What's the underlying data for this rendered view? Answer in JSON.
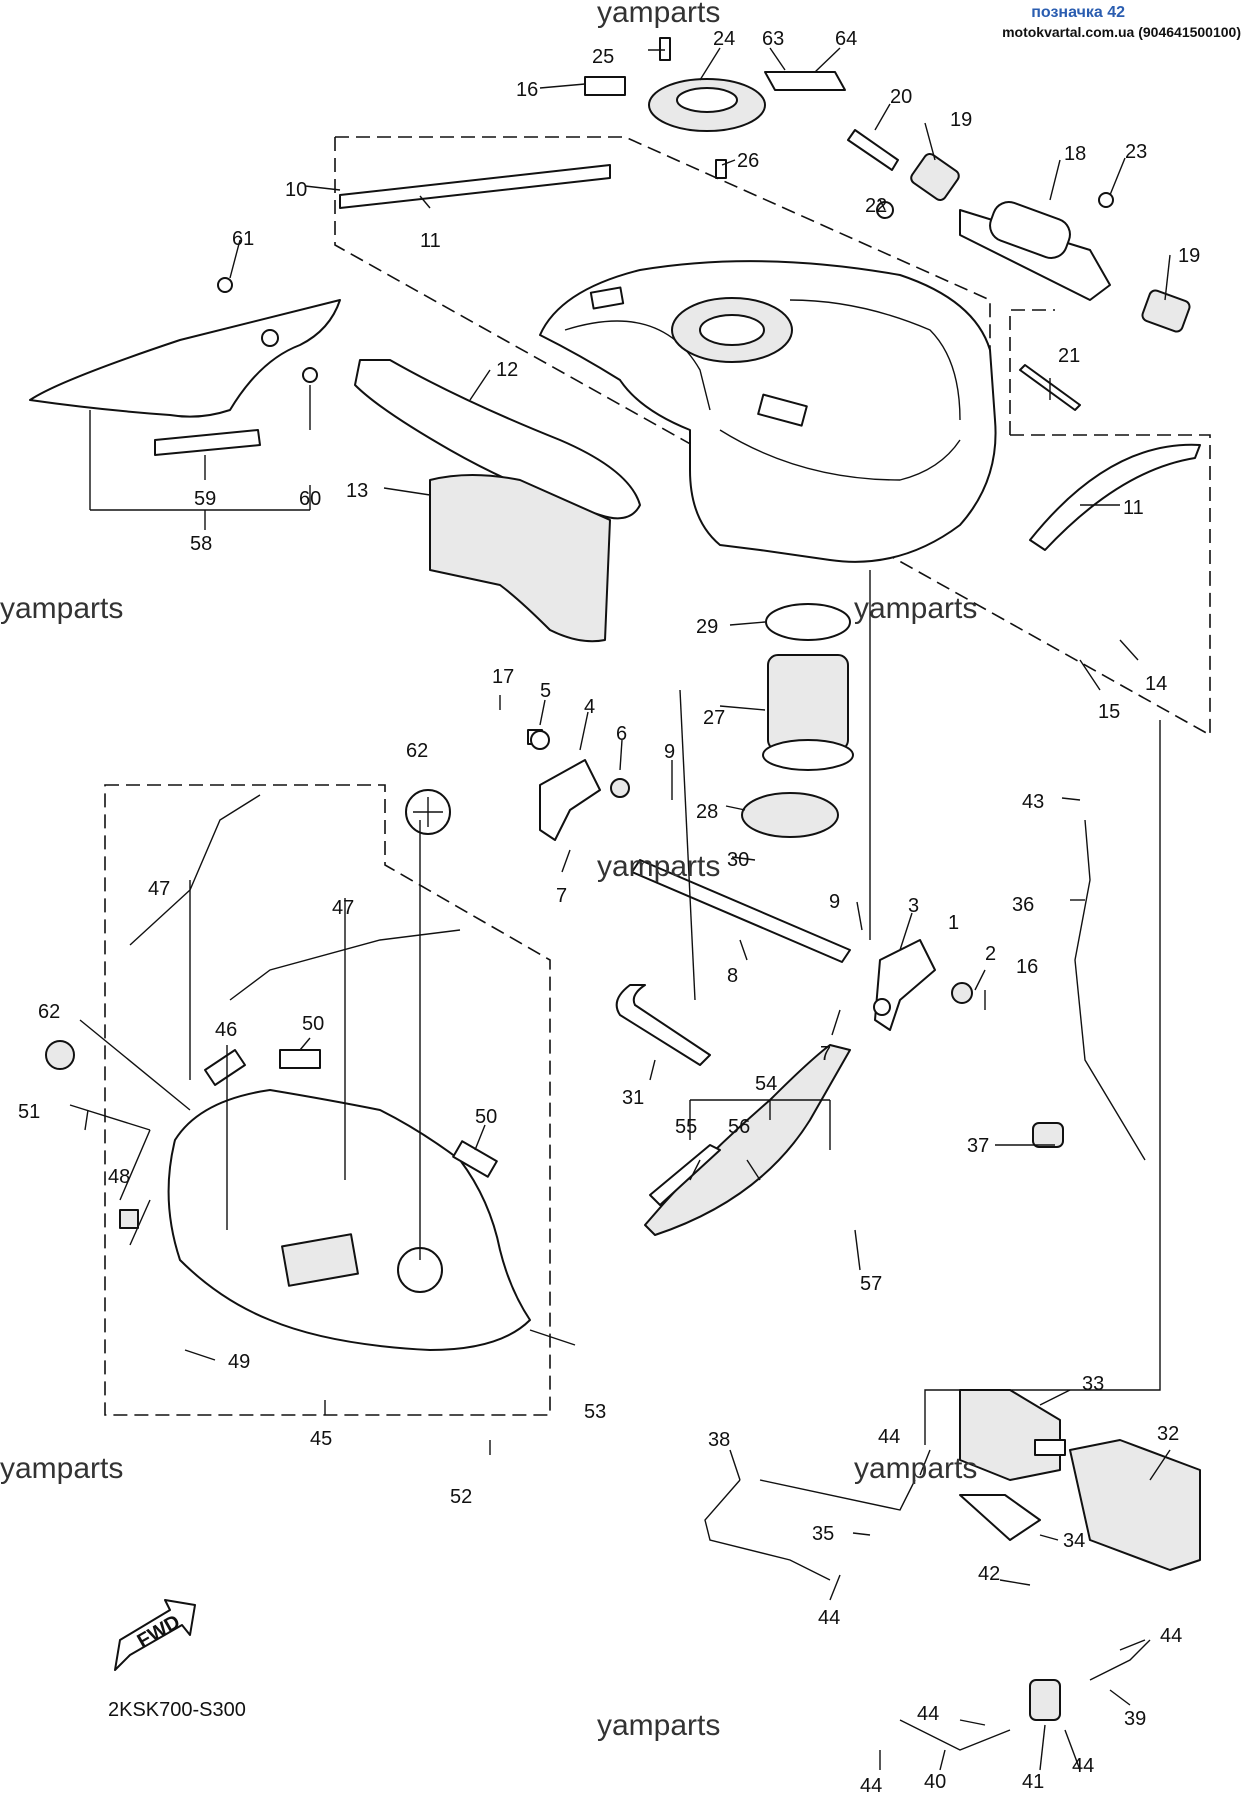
{
  "header": {
    "note": "позначка 42",
    "source": "motokvartal.com.ua (904641500100)"
  },
  "watermarks": [
    "yamparts",
    "yamparts",
    "yamparts",
    "yamparts",
    "yamparts",
    "yamparts",
    "yamparts"
  ],
  "diagram_code": "2KSK700-S300",
  "fwd_label": "FWD",
  "callouts": [
    "25",
    "24",
    "63",
    "64",
    "16",
    "26",
    "20",
    "19",
    "18",
    "23",
    "10",
    "11",
    "22",
    "19",
    "61",
    "12",
    "21",
    "60",
    "59",
    "58",
    "13",
    "11",
    "29",
    "14",
    "15",
    "17",
    "5",
    "4",
    "6",
    "27",
    "62",
    "9",
    "28",
    "43",
    "30",
    "47",
    "7",
    "36",
    "9",
    "3",
    "47",
    "1",
    "2",
    "16",
    "62",
    "8",
    "46",
    "50",
    "7",
    "31",
    "51",
    "54",
    "50",
    "55",
    "56",
    "37",
    "48",
    "57",
    "49",
    "53",
    "45",
    "33",
    "44",
    "32",
    "38",
    "52",
    "35",
    "34",
    "42",
    "44",
    "44",
    "44",
    "39",
    "44",
    "41",
    "40",
    "44"
  ]
}
